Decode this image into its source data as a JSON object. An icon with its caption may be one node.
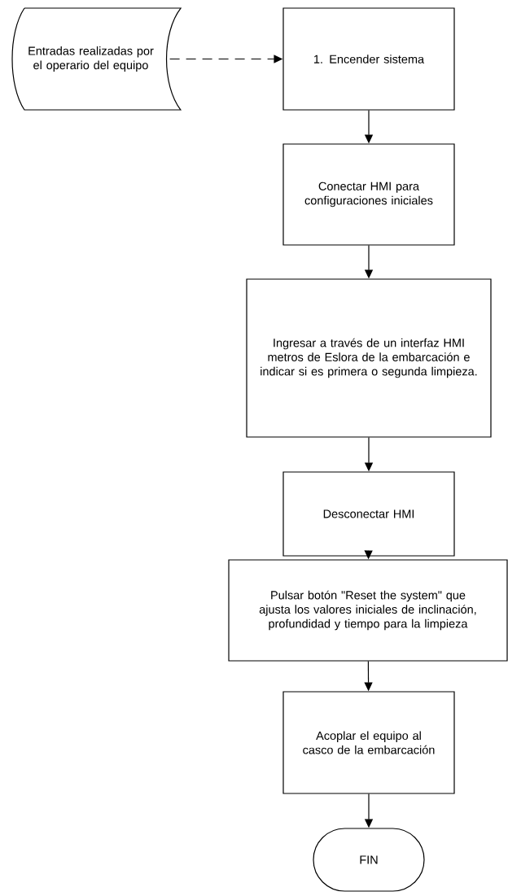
{
  "diagram": {
    "nodes": [
      {
        "text": [
          "Entradas realizadas por el operario del equipo"
        ]
      },
      {
        "text": [
          "1. Encender sistema"
        ]
      },
      {
        "text": [
          "Conectar HMI para configuraciones iniciales"
        ]
      },
      {
        "text": [
          "Ingresar a través de un interfaz HMI metros de Eslora de la embarcación e indicar si es primera o segunda limpieza."
        ]
      },
      {
        "text": [
          "Desconectar HMI"
        ]
      },
      {
        "text": [
          "Pulsar botón \"Reset the system\" que ajusta los valores iniciales de inclinación, profundidad y tiempo para la limpieza"
        ]
      },
      {
        "text": [
          "Acoplar el equipo al casco de la embarcación"
        ]
      },
      {
        "text": [
          "FIN"
        ]
      }
    ],
    "edges": [
      {
        "from": 0,
        "to": 1,
        "arrow": "to",
        "style": "dashed"
      },
      {
        "from": 1,
        "to": 2,
        "arrow": "to"
      },
      {
        "from": 2,
        "to": 3,
        "arrow": "to"
      },
      {
        "from": 3,
        "to": 4,
        "arrow": "to"
      },
      {
        "from": 4,
        "to": 5,
        "arrow": "to"
      },
      {
        "from": 5,
        "to": 6,
        "arrow": "to"
      },
      {
        "from": 6,
        "to": 7,
        "arrow": "to"
      }
    ]
  }
}
